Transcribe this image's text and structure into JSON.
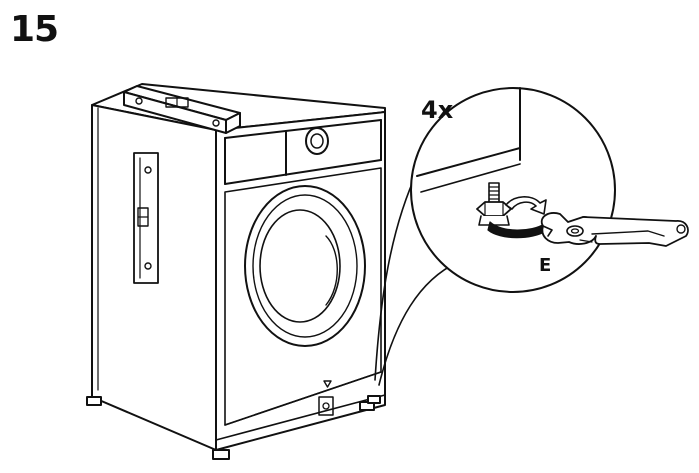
{
  "step": {
    "number": "15"
  },
  "detail": {
    "quantity": "4x",
    "part_label": "E"
  },
  "icons": {
    "washing_machine": "washing-machine-icon",
    "spirit_level": "spirit-level-icon",
    "adjustable_foot": "adjustable-foot-icon",
    "wrench": "wrench-icon",
    "rotation_arrow": "rotation-arrow-icon",
    "detail_circle": "magnifier-detail-circle"
  },
  "colors": {
    "line": "#111111",
    "background": "#ffffff"
  }
}
